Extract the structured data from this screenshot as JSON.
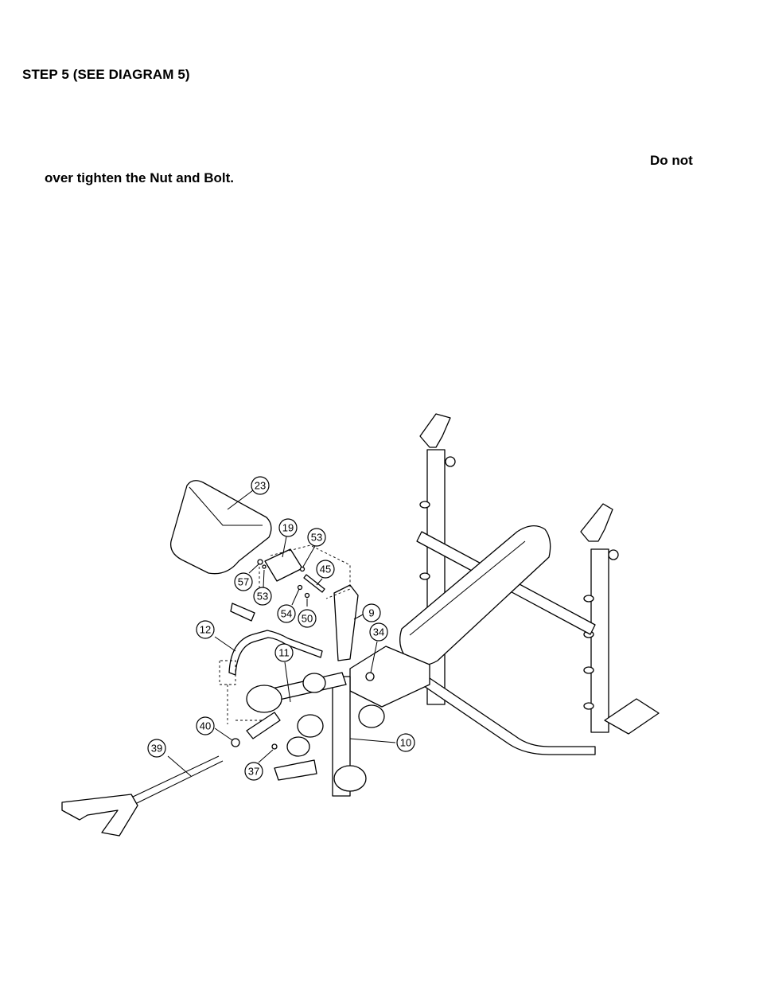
{
  "instructions": {
    "heading": "STEP 5 (SEE DIAGRAM 5)",
    "warning_part1": "Do not",
    "warning_part2": "over tighten the Nut and Bolt."
  },
  "diagram": {
    "callouts": [
      "23",
      "19",
      "53",
      "45",
      "57",
      "53",
      "54",
      "50",
      "9",
      "34",
      "12",
      "11",
      "40",
      "39",
      "37",
      "10"
    ]
  }
}
